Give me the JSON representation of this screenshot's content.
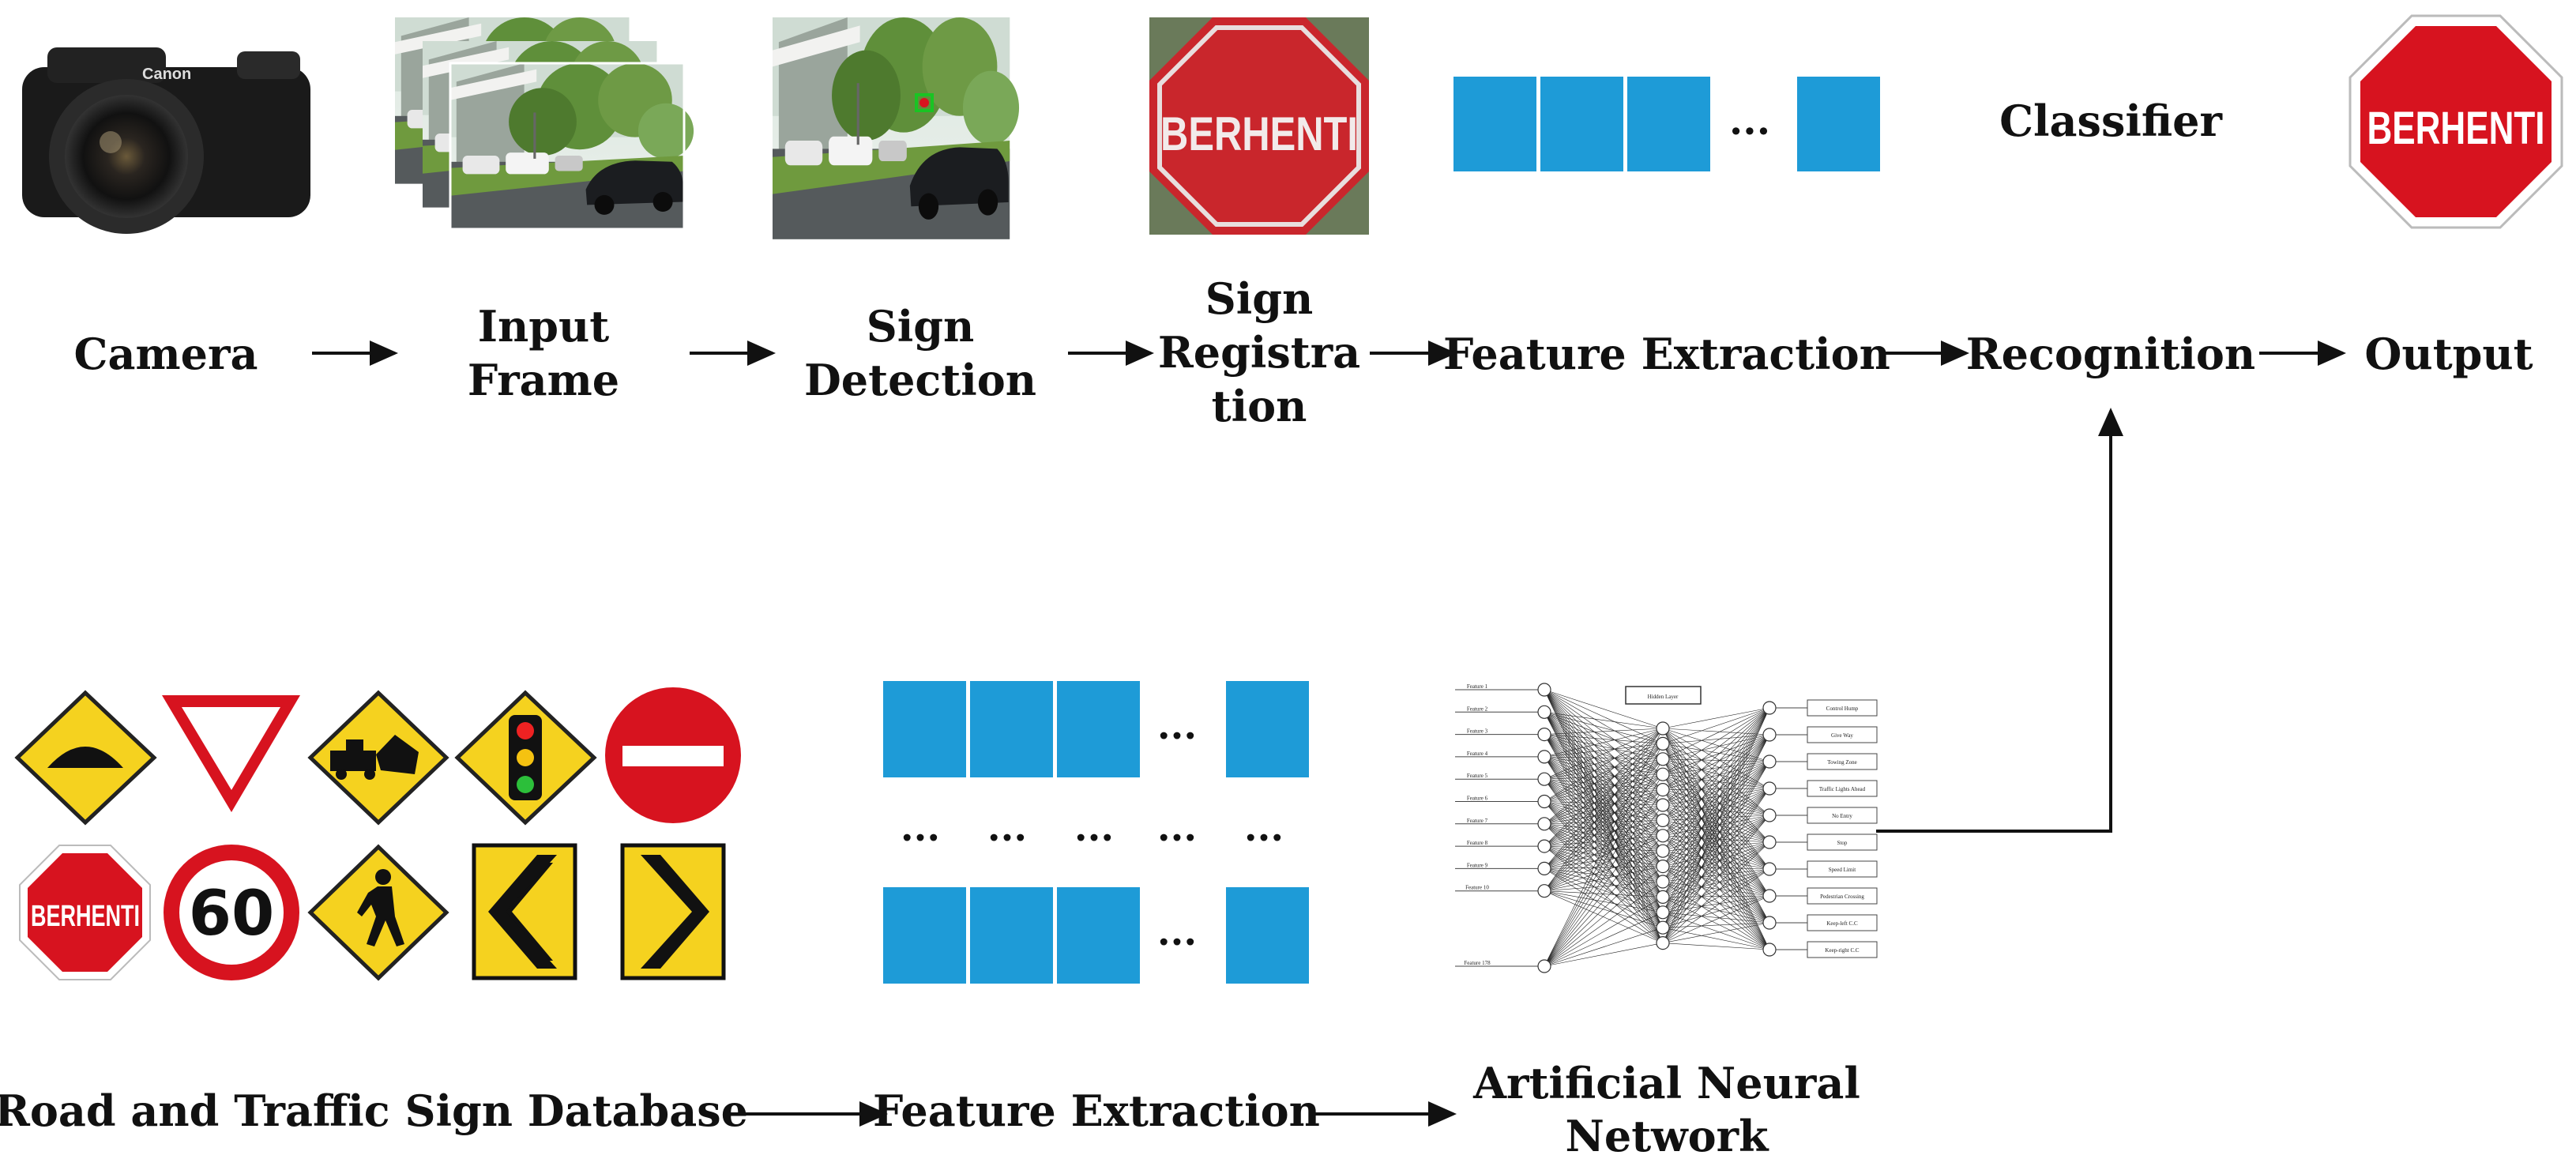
{
  "colors": {
    "feature_blue": "#1e9bd7",
    "stop_red": "#d7131f",
    "sign_yellow": "#f5d21f",
    "arrow_black": "#111111"
  },
  "pipeline": {
    "camera": "Camera",
    "input_frame_1": "Input",
    "input_frame_2": "Frame",
    "sign_detection_1": "Sign",
    "sign_detection_2": "Detection",
    "sign_registration_1": "Sign",
    "sign_registration_2": "Registra",
    "sign_registration_3": "tion",
    "feature_extraction": "Feature Extraction",
    "recognition": "Recognition",
    "output": "Output",
    "classifier": "Classifier",
    "sign_text": "BERHENTI",
    "ellipsis": "..."
  },
  "database": {
    "label": "Road and Traffic Sign Database",
    "feature_extraction": "Feature Extraction",
    "ann_1": "Artificial Neural",
    "ann_2": "Network",
    "speed_limit": "60",
    "ellipsis": "..."
  },
  "neural_network": {
    "hidden_layer_label": "Hidden Layer",
    "inputs": [
      "Feature 1",
      "Feature 2",
      "Feature 3",
      "Feature 4",
      "Feature 5",
      "Feature 6",
      "Feature 7",
      "Feature 8",
      "Feature 9",
      "Feature 10",
      "Feature 178"
    ],
    "outputs": [
      "Control Hump",
      "Give Way",
      "Towing Zone",
      "Traffic Lights Ahead",
      "No Entry",
      "Stop",
      "Speed Limit",
      "Pedestrian Crossing",
      "Keep-left C.C",
      "Keep-right C.C"
    ],
    "hidden_count": 15
  },
  "icons": [
    "camera-icon",
    "input-frame-photo",
    "sign-detection-photo",
    "stop-sign-icon",
    "hump-sign-icon",
    "give-way-sign-icon",
    "towing-zone-sign-icon",
    "traffic-light-sign-icon",
    "no-entry-sign-icon",
    "speed-limit-sign-icon",
    "pedestrian-sign-icon",
    "chevron-left-sign-icon",
    "chevron-right-sign-icon"
  ]
}
